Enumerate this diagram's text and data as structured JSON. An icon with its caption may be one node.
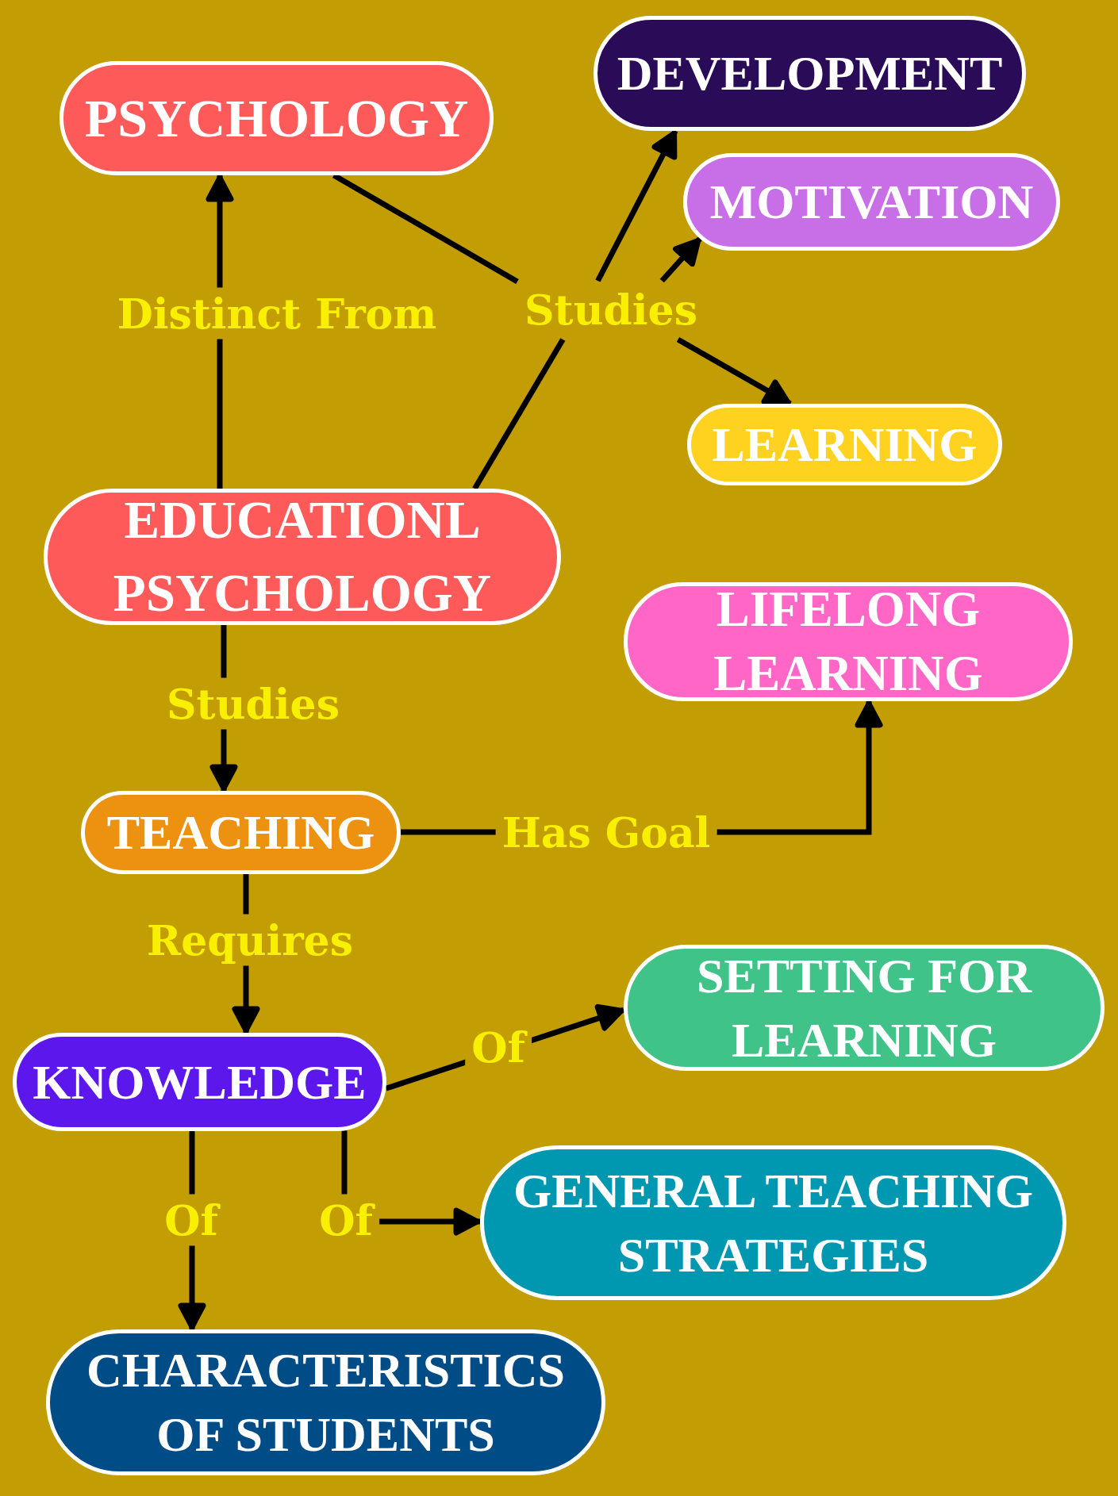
{
  "diagram": {
    "nodes": [
      {
        "text": [
          "PSYCHOLOGY"
        ]
      },
      {
        "text": [
          "DEVELOPMENT"
        ]
      },
      {
        "text": [
          "MOTIVATION"
        ]
      },
      {
        "text": [
          "Studies"
        ]
      },
      {
        "text": [
          "LEARNING"
        ]
      },
      {
        "text": [
          "EDUCATIONL PSYCHOLOGY"
        ]
      },
      {
        "text": [
          "LIFELONG LEARNING"
        ]
      },
      {
        "text": [
          "TEACHING"
        ]
      },
      {
        "text": [
          "SETTING FOR LEARNING"
        ]
      },
      {
        "text": [
          "KNOWLEDGE"
        ]
      },
      {
        "text": [
          "GENERAL TEACHING STRATEGIES"
        ]
      },
      {
        "text": [
          "CHARACTERISTICS OF STUDENTS"
        ]
      }
    ],
    "edges": [
      {
        "from": 5,
        "to": 0,
        "arrow": "to",
        "label": "Distinct From"
      },
      {
        "from": 0,
        "to": 3,
        "arrow": "none"
      },
      {
        "from": 5,
        "to": 3,
        "arrow": "none"
      },
      {
        "from": 3,
        "to": 1,
        "arrow": "to"
      },
      {
        "from": 3,
        "to": 2,
        "arrow": "to"
      },
      {
        "from": 3,
        "to": 4,
        "arrow": "to"
      },
      {
        "from": 5,
        "to": 7,
        "arrow": "to",
        "label": "Studies"
      },
      {
        "from": 7,
        "to": 6,
        "arrow": "to",
        "label": "Has Goal"
      },
      {
        "from": 7,
        "to": 9,
        "arrow": "to",
        "label": "Requires"
      },
      {
        "from": 9,
        "to": 8,
        "arrow": "to",
        "label": "Of"
      },
      {
        "from": 9,
        "to": 11,
        "arrow": "to",
        "label": "Of"
      },
      {
        "from": 9,
        "to": 10,
        "arrow": "to",
        "label": "Of"
      }
    ]
  }
}
